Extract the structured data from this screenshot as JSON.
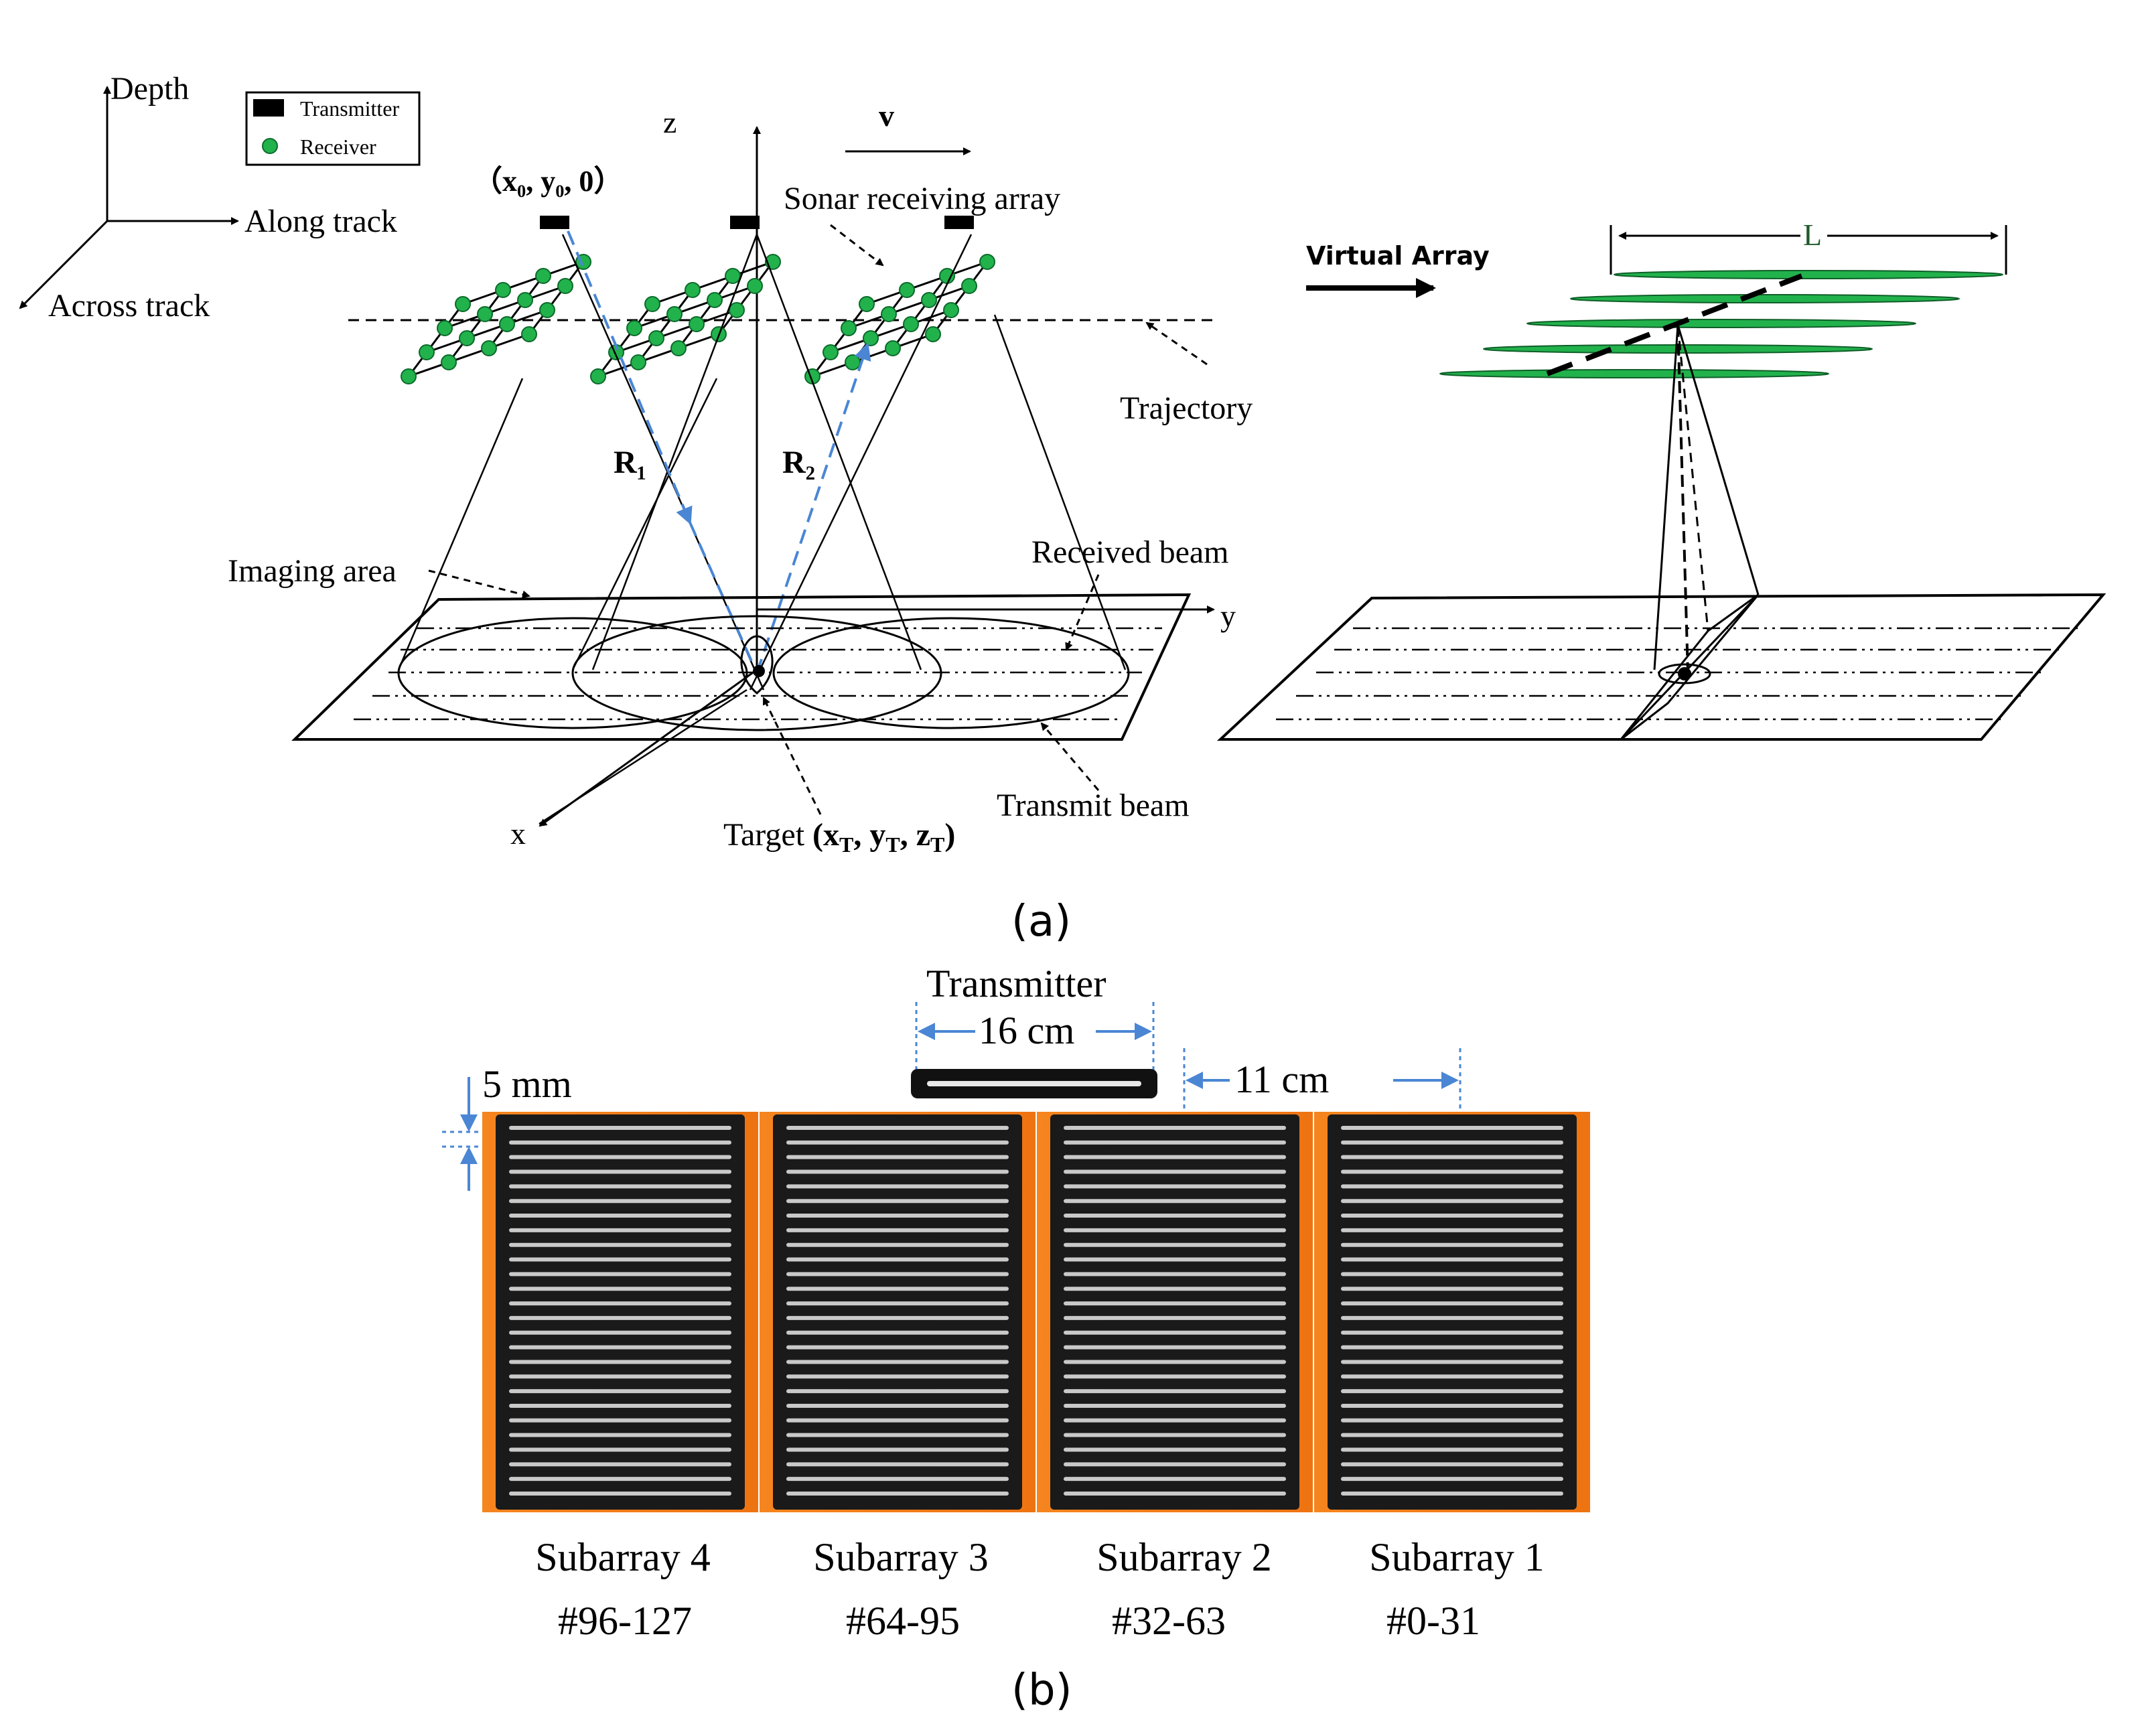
{
  "panel_a": {
    "caption": "(a)",
    "axes_legend": {
      "depth": "Depth",
      "along": "Along track",
      "across": "Across track"
    },
    "legend": {
      "transmitter": "Transmitter",
      "receiver": "Receiver"
    },
    "labels": {
      "z": "z",
      "x": "x",
      "y": "y",
      "v": "v",
      "origin": "（x₀, y₀, 0）",
      "sonar_array": "Sonar receiving array",
      "trajectory": "Trajectory",
      "r1": "R₁",
      "r2": "R₂",
      "imaging_area": "Imaging area",
      "received_beam": "Received beam",
      "transmit_beam": "Transmit beam",
      "target": "Target",
      "target_coords": "(xT, yT, zT)",
      "virtual_array": "Virtual Array",
      "length": "L"
    }
  },
  "panel_b": {
    "caption": "(b)",
    "transmitter": "Transmitter",
    "dim_width": "16 cm",
    "dim_gap": "11 cm",
    "dim_thickness": "5 mm",
    "subarrays": [
      {
        "name": "Subarray 4",
        "range": "#96-127"
      },
      {
        "name": "Subarray 3",
        "range": "#64-95"
      },
      {
        "name": "Subarray 2",
        "range": "#32-63"
      },
      {
        "name": "Subarray 1",
        "range": "#0-31"
      }
    ]
  },
  "colors": {
    "receiver": "#22b24c",
    "ray": "#4a86d4",
    "frame": "#f07d1a",
    "element": "#1a1a1a"
  }
}
